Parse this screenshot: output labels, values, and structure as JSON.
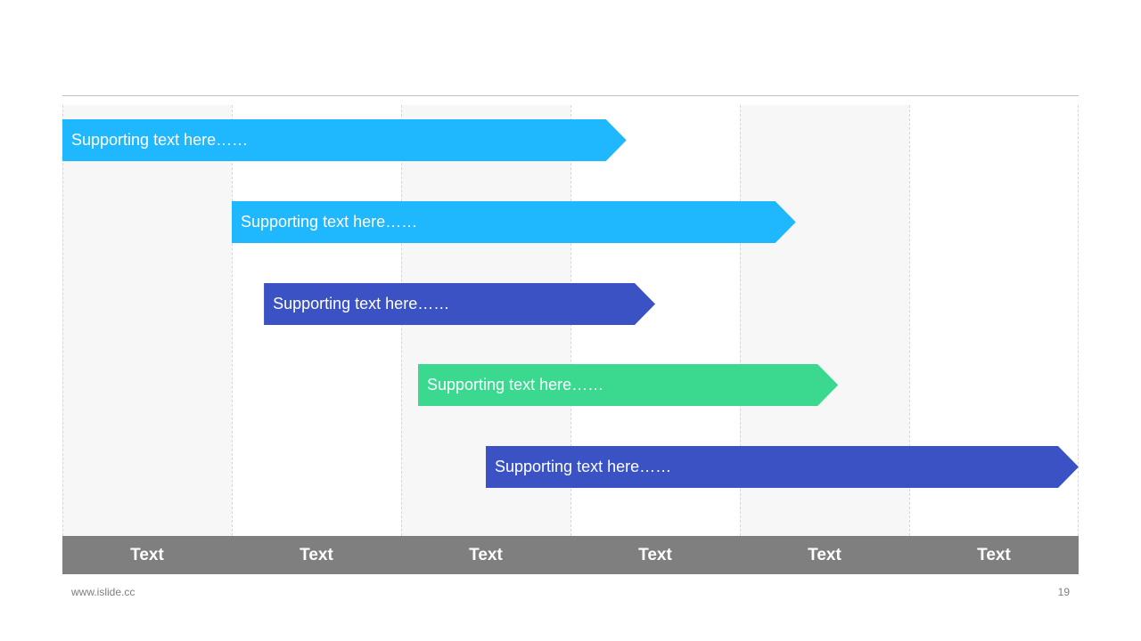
{
  "colors": {
    "cyan": "#1fb8ff",
    "indigo": "#3a52c4",
    "green": "#3bd98f",
    "timeline": "#7f7f7f"
  },
  "timeline": {
    "labels": [
      "Text",
      "Text",
      "Text",
      "Text",
      "Text",
      "Text"
    ]
  },
  "bars": [
    {
      "label": "Supporting text here……",
      "start": 0.0,
      "end": 3.33,
      "color": "#1fb8ff"
    },
    {
      "label": "Supporting text here……",
      "start": 1.0,
      "end": 4.33,
      "color": "#1fb8ff"
    },
    {
      "label": "Supporting text here……",
      "start": 1.19,
      "end": 3.5,
      "color": "#3a52c4"
    },
    {
      "label": "Supporting text here……",
      "start": 2.1,
      "end": 4.58,
      "color": "#3bd98f"
    },
    {
      "label": "Supporting text here……",
      "start": 2.5,
      "end": 6.0,
      "color": "#3a52c4"
    }
  ],
  "footer": {
    "url": "www.islide.cc",
    "page": "19"
  }
}
